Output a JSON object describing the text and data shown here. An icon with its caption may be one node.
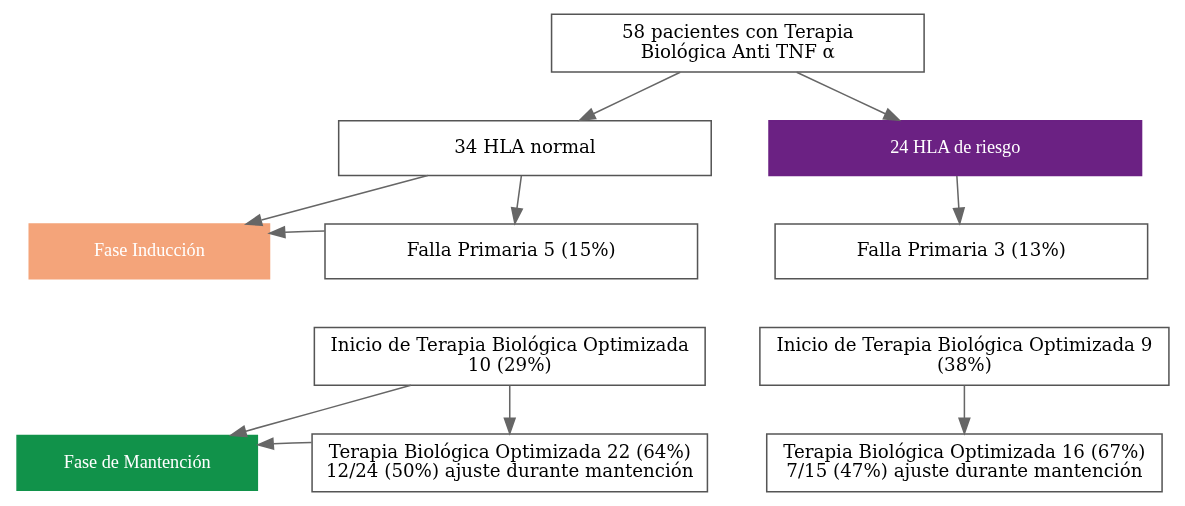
{
  "diagram": {
    "nodes": [
      {
        "text": [
          "58 pacientes con Terapia Biológica Anti TNF α"
        ]
      },
      {
        "text": [
          "34 HLA normal"
        ]
      },
      {
        "text": [
          "24 HLA de riesgo"
        ]
      },
      {
        "text": [
          "Fase Inducción"
        ]
      },
      {
        "text": [
          "Falla Primaria 5 (15%)"
        ]
      },
      {
        "text": [
          "Falla Primaria 3 (13%)"
        ]
      },
      {
        "text": [
          "Inicio de Terapia Biológica Optimizada 10 (29%)"
        ]
      },
      {
        "text": [
          "Inicio de Terapia Biológica Optimizada 9 (38%)"
        ]
      },
      {
        "text": [
          "Fase de Mantención"
        ]
      },
      {
        "text": [
          "Terapia Biológica Optimizada 22 (64%) 12/24 (50%) ajuste durante mantención"
        ]
      },
      {
        "text": [
          "Terapia Biológica Optimizada 16 (67%) 7/15 (47%) ajuste durante mantención"
        ]
      }
    ],
    "edges": [
      {
        "from": 0,
        "to": 1,
        "arrow": "to"
      },
      {
        "from": 0,
        "to": 2,
        "arrow": "to"
      },
      {
        "from": 1,
        "to": 4,
        "arrow": "to"
      },
      {
        "from": 2,
        "to": 5,
        "arrow": "to"
      },
      {
        "from": 1,
        "to": 3,
        "arrow": "to"
      },
      {
        "from": 4,
        "to": 3,
        "arrow": "to"
      },
      {
        "from": 6,
        "to": 9,
        "arrow": "to"
      },
      {
        "from": 7,
        "to": 10,
        "arrow": "to"
      },
      {
        "from": 6,
        "to": 8,
        "arrow": "to"
      },
      {
        "from": 9,
        "to": 8,
        "arrow": "to"
      }
    ]
  }
}
